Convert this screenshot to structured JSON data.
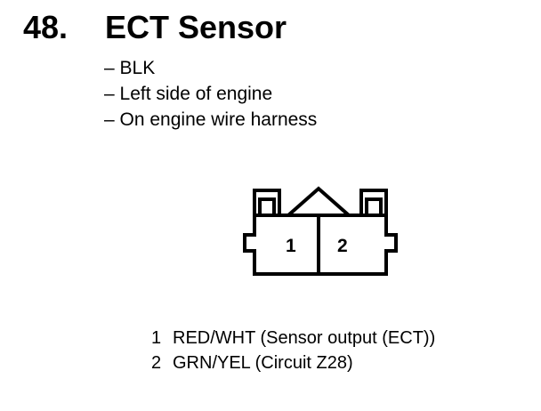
{
  "header": {
    "number": "48.",
    "title": "ECT Sensor"
  },
  "notes": [
    "– BLK",
    "– Left side of engine",
    "– On engine wire harness"
  ],
  "connector": {
    "pin_labels": [
      "1",
      "2"
    ]
  },
  "pins": [
    {
      "number": "1",
      "description": "RED/WHT (Sensor output (ECT))"
    },
    {
      "number": "2",
      "description": "GRN/YEL (Circuit Z28)"
    }
  ]
}
